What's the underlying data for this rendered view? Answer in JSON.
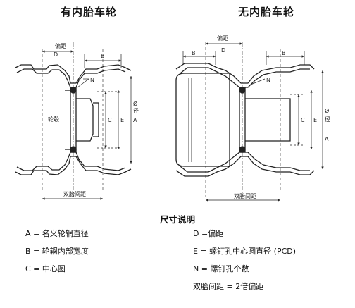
{
  "titles": {
    "with_tube": "有内胎车轮",
    "tubeless": "无内胎车轮"
  },
  "diagram_labels": {
    "left": {
      "D": "D",
      "offset": "偏距",
      "B": "B",
      "N": "N",
      "hub": "轮毂",
      "C": "C",
      "E": "E",
      "A": "A",
      "phi": "Ø",
      "diameter_char": "径",
      "dual_spacing": "双胎间距"
    },
    "right": {
      "offset": "偏距",
      "D": "D",
      "B": "B",
      "N": "N",
      "C": "C",
      "E": "E",
      "A": "A",
      "phi": "Ø",
      "diameter_char": "径",
      "dual_spacing": "双胎间距"
    }
  },
  "legend": {
    "heading": "尺寸说明",
    "left": [
      "A = 名义轮辋直径",
      "B = 轮辋内部宽度",
      "C = 中心圆"
    ],
    "right": [
      "D =偏距",
      "E = 螺钉孔中心圆直径 (PCD)",
      "N = 螺钉孔个数",
      "双胎间距 = 2倍偏距"
    ]
  }
}
